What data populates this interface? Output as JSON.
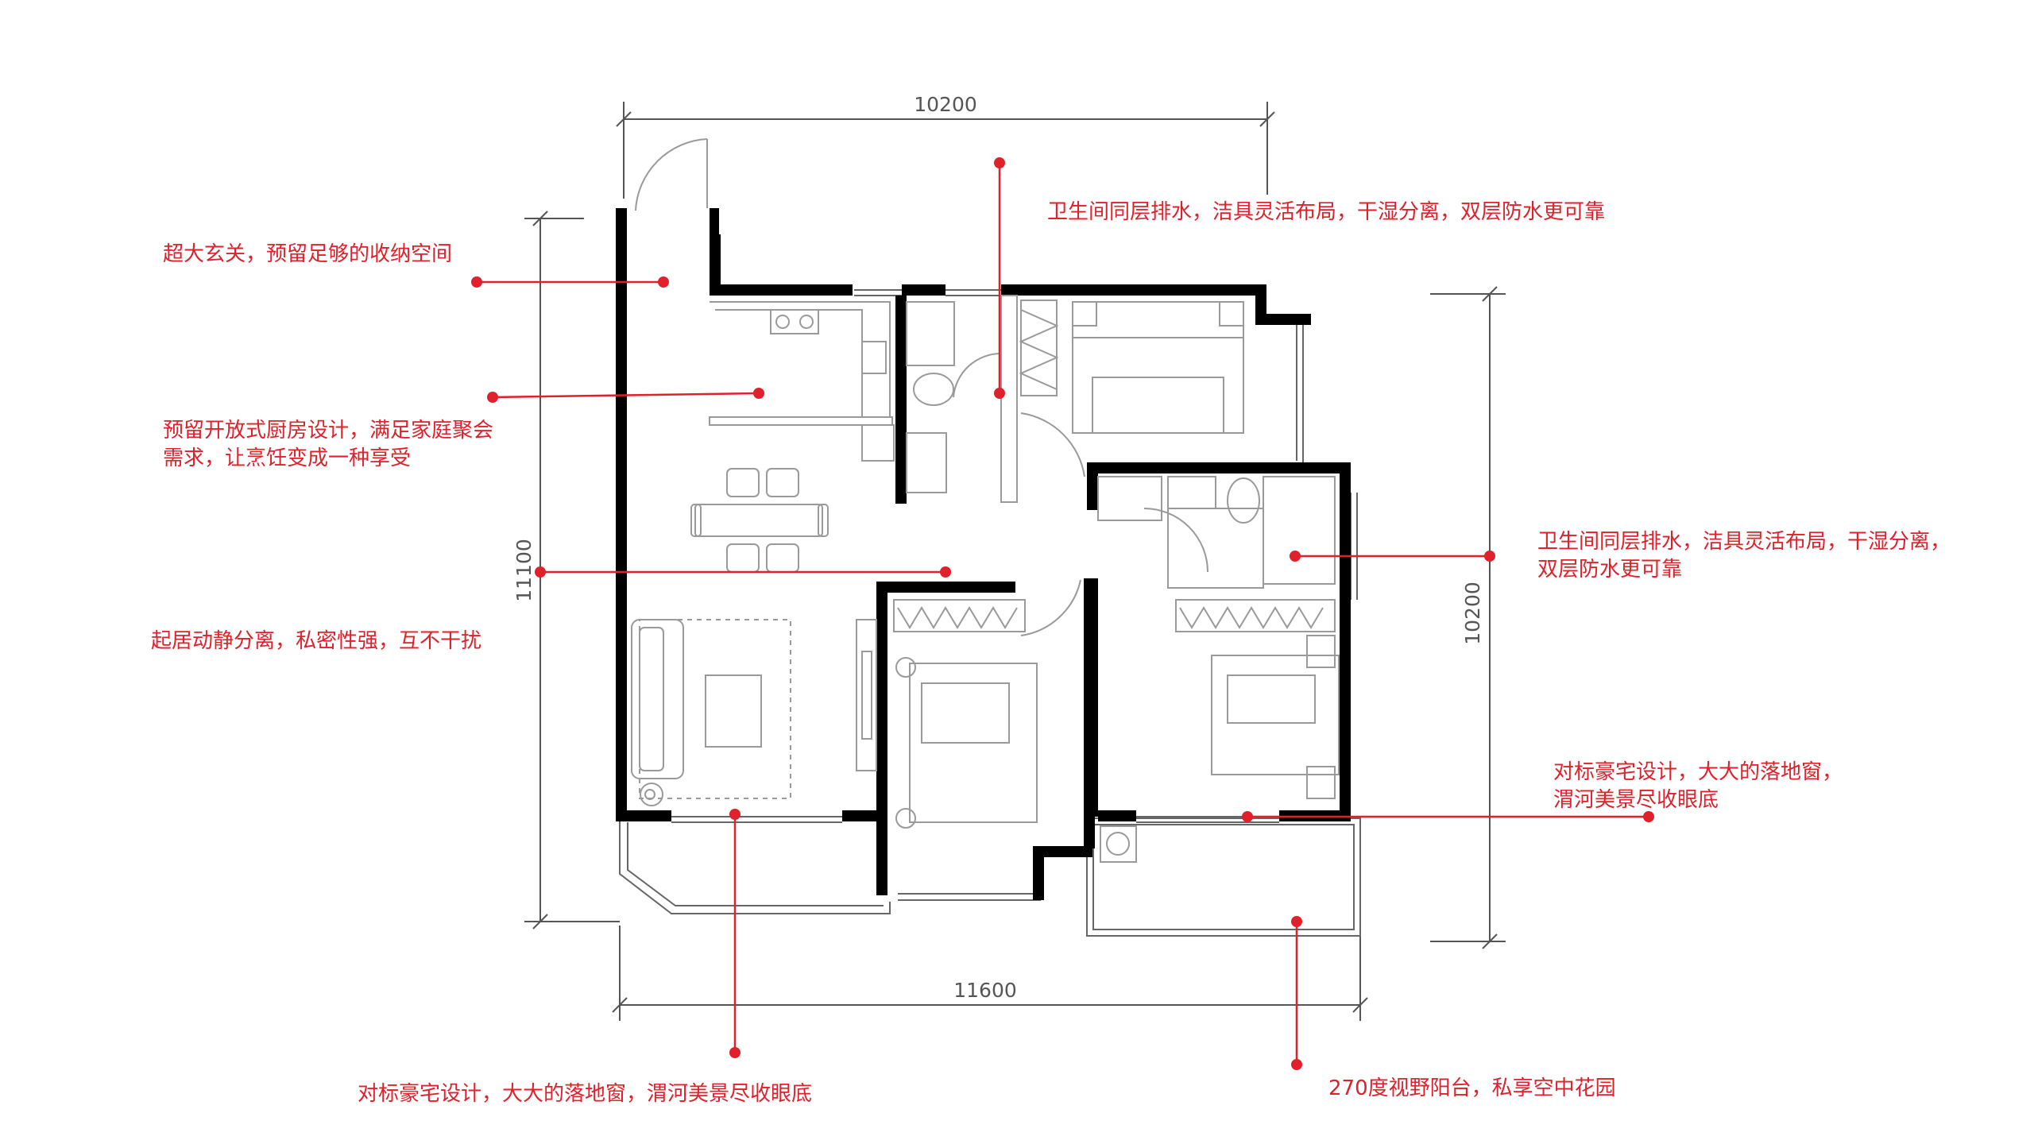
{
  "dimensions": {
    "top": "10200",
    "bottom": "11600",
    "left": "11100",
    "right": "10200"
  },
  "annotations": {
    "entry": "超大玄关，预留足够的收纳空间",
    "kitchen_line1": "预留开放式厨房设计，满足家庭聚会",
    "kitchen_line2": "需求，让烹饪变成一种享受",
    "zoning": "起居动静分离，私密性强，互不干扰",
    "living_window": "对标豪宅设计，大大的落地窗，渭河美景尽收眼底",
    "bath_top": "卫生间同层排水，洁具灵活布局，干湿分离，双层防水更可靠",
    "bath_right_line1": "卫生间同层排水，洁具灵活布局，干湿分离，",
    "bath_right_line2": "双层防水更可靠",
    "bedroom_window_line1": "对标豪宅设计，大大的落地窗，",
    "bedroom_window_line2": "渭河美景尽收眼底",
    "balcony": "270度视野阳台，私享空中花园"
  },
  "colors": {
    "annotation": "#e0202a",
    "wall": "#000000",
    "fixture": "#9a9a9a",
    "dimension": "#555555"
  }
}
